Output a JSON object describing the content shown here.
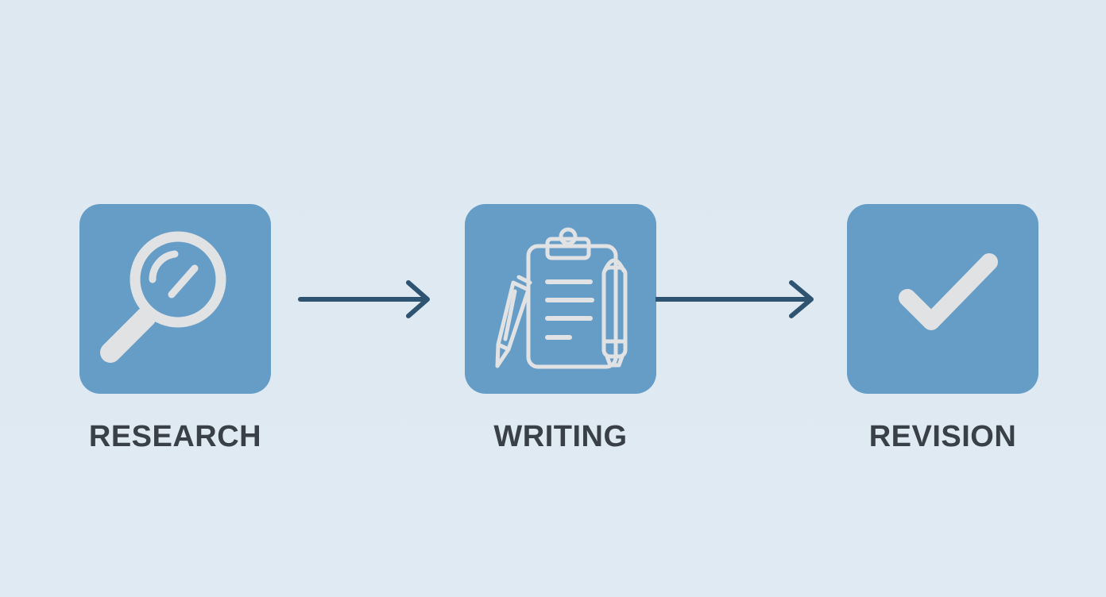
{
  "diagram": {
    "steps": [
      {
        "label": "RESEARCH",
        "icon": "magnifying-glass-icon"
      },
      {
        "label": "WRITING",
        "icon": "clipboard-pen-icon"
      },
      {
        "label": "REVISION",
        "icon": "checkmark-icon"
      }
    ],
    "colors": {
      "background": "#dfe9f1",
      "box": "#669dc7",
      "icon": "#e1e2e4",
      "arrow": "#2f5472",
      "label": "#3a4048"
    }
  }
}
